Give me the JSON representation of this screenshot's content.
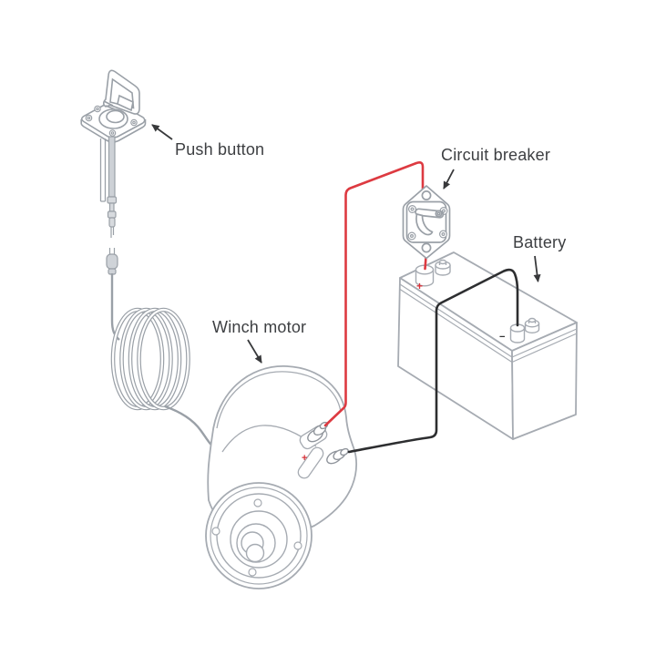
{
  "diagram": {
    "background_color": "#ffffff",
    "line_color": "#a6abb2",
    "labels": {
      "push_button": "Push button",
      "circuit_breaker": "Circuit breaker",
      "battery": "Battery",
      "winch_motor": "Winch motor"
    },
    "markings": {
      "battery_positive": "+",
      "battery_negative": "−",
      "motor_positive": "+"
    },
    "colors": {
      "positive_wire": "#dd3a41",
      "negative_wire": "#2d2e30",
      "label_text": "#3d3f42",
      "marking_positive": "#d8333a",
      "marking_negative": "#2d2e30",
      "arrow": "#38393b"
    }
  }
}
